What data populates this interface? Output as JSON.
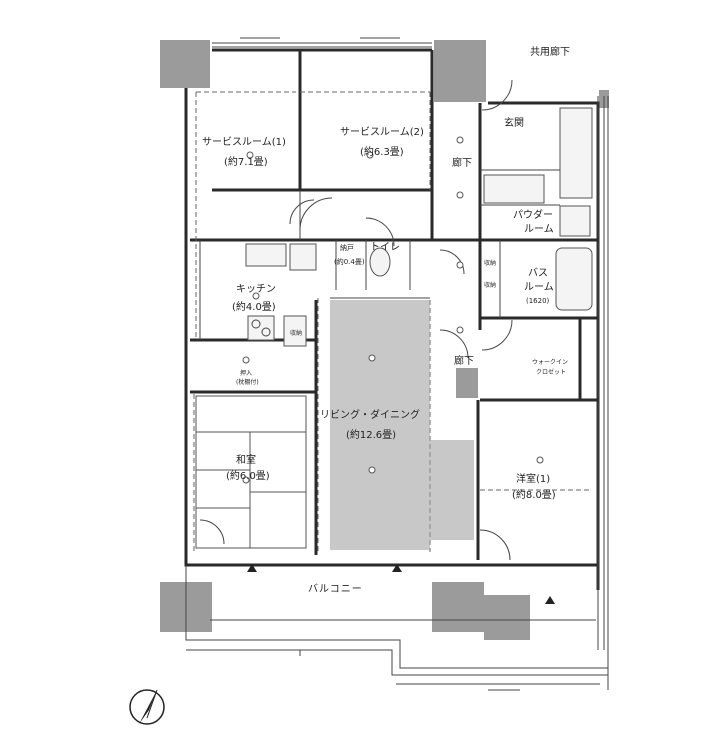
{
  "rooms": {
    "service1": {
      "name": "サービスルーム(1)",
      "size": "(約7.1畳)"
    },
    "service2": {
      "name": "サービスルーム(2)",
      "size": "(約6.3畳)"
    },
    "entrance": "玄関",
    "hallway": "廊下",
    "powder": {
      "line1": "パウダー",
      "line2": "ルーム"
    },
    "bath": {
      "line1": "バス",
      "line2": "ルーム",
      "size": "(1620)"
    },
    "storage": {
      "name": "納戸",
      "size": "(約0.4畳)"
    },
    "toilet": "トイレ",
    "kitchen": {
      "name": "キッチン",
      "size": "(約4.0畳)"
    },
    "living": {
      "name": "リビング・ダイニング",
      "size": "(約12.6畳)"
    },
    "washitsu": {
      "name": "和室",
      "size": "(約6.0畳)"
    },
    "youshitsu": {
      "name": "洋室(1)",
      "size": "(約8.0畳)"
    },
    "balcony": "バルコニー",
    "common_corridor": "共用廊下",
    "walkin": {
      "line1": "ウォークイン",
      "line2": "クロゼット"
    },
    "oshiire": {
      "line1": "押入",
      "line2": "(枕棚付)"
    },
    "shuno": "収納"
  }
}
